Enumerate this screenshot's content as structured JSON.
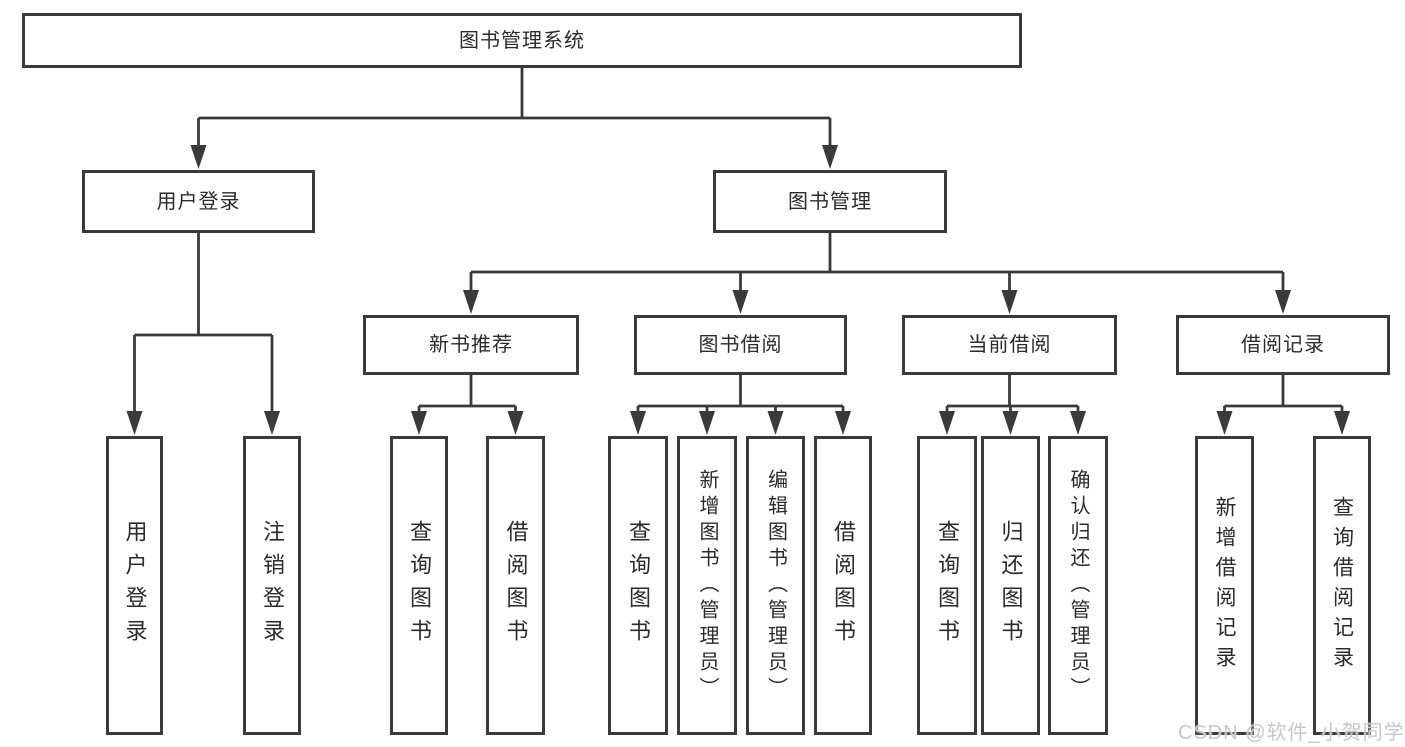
{
  "diagram": {
    "title": "图书管理系统",
    "nodes": {
      "root": {
        "label": "图书管理系统"
      },
      "user_login": {
        "label": "用户登录"
      },
      "book_mgmt": {
        "label": "图书管理"
      },
      "new_books": {
        "label": "新书推荐"
      },
      "book_borrow": {
        "label": "图书借阅"
      },
      "current_borrow": {
        "label": "当前借阅"
      },
      "borrow_records": {
        "label": "借阅记录"
      },
      "leaf_user_login": {
        "label": "用户登录"
      },
      "leaf_logout": {
        "label": "注销登录"
      },
      "leaf_query_books_1": {
        "label": "查询图书"
      },
      "leaf_borrow_books_1": {
        "label": "借阅图书"
      },
      "leaf_query_books_2": {
        "label": "查询图书"
      },
      "leaf_add_book": {
        "label": "新增图书（管理员）"
      },
      "leaf_edit_book": {
        "label": "编辑图书（管理员）"
      },
      "leaf_borrow_books_2": {
        "label": "借阅图书"
      },
      "leaf_query_books_3": {
        "label": "查询图书"
      },
      "leaf_return_book": {
        "label": "归还图书"
      },
      "leaf_confirm_return": {
        "label": "确认归还（管理员）"
      },
      "leaf_add_record": {
        "label": "新增借阅记录"
      },
      "leaf_query_record": {
        "label": "查询借阅记录"
      }
    },
    "colors": {
      "line": "#3a3a3a",
      "border": "#3a3a3a",
      "text": "#2b2b2b"
    }
  },
  "watermark": {
    "text": "CSDN @软件_小贺同学",
    "color": "#c7c7c7"
  }
}
